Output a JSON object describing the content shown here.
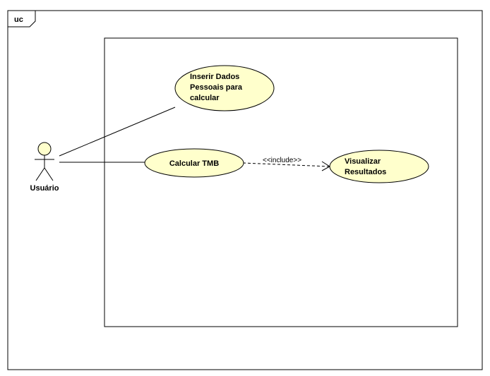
{
  "frame": {
    "label": "uc"
  },
  "actor": {
    "name": "Usuário"
  },
  "use_cases": {
    "inserir": {
      "line1": "Inserir Dados",
      "line2": "Pessoais para",
      "line3": "calcular"
    },
    "calcular": {
      "line1": "Calcular TMB"
    },
    "visualizar": {
      "line1": "Visualizar",
      "line2": "Resultados"
    }
  },
  "relations": {
    "include_label": "<<include>>"
  },
  "colors": {
    "usecase_fill": "#FFFFCC",
    "actor_fill": "#FFFFCC",
    "stroke": "#000000"
  }
}
